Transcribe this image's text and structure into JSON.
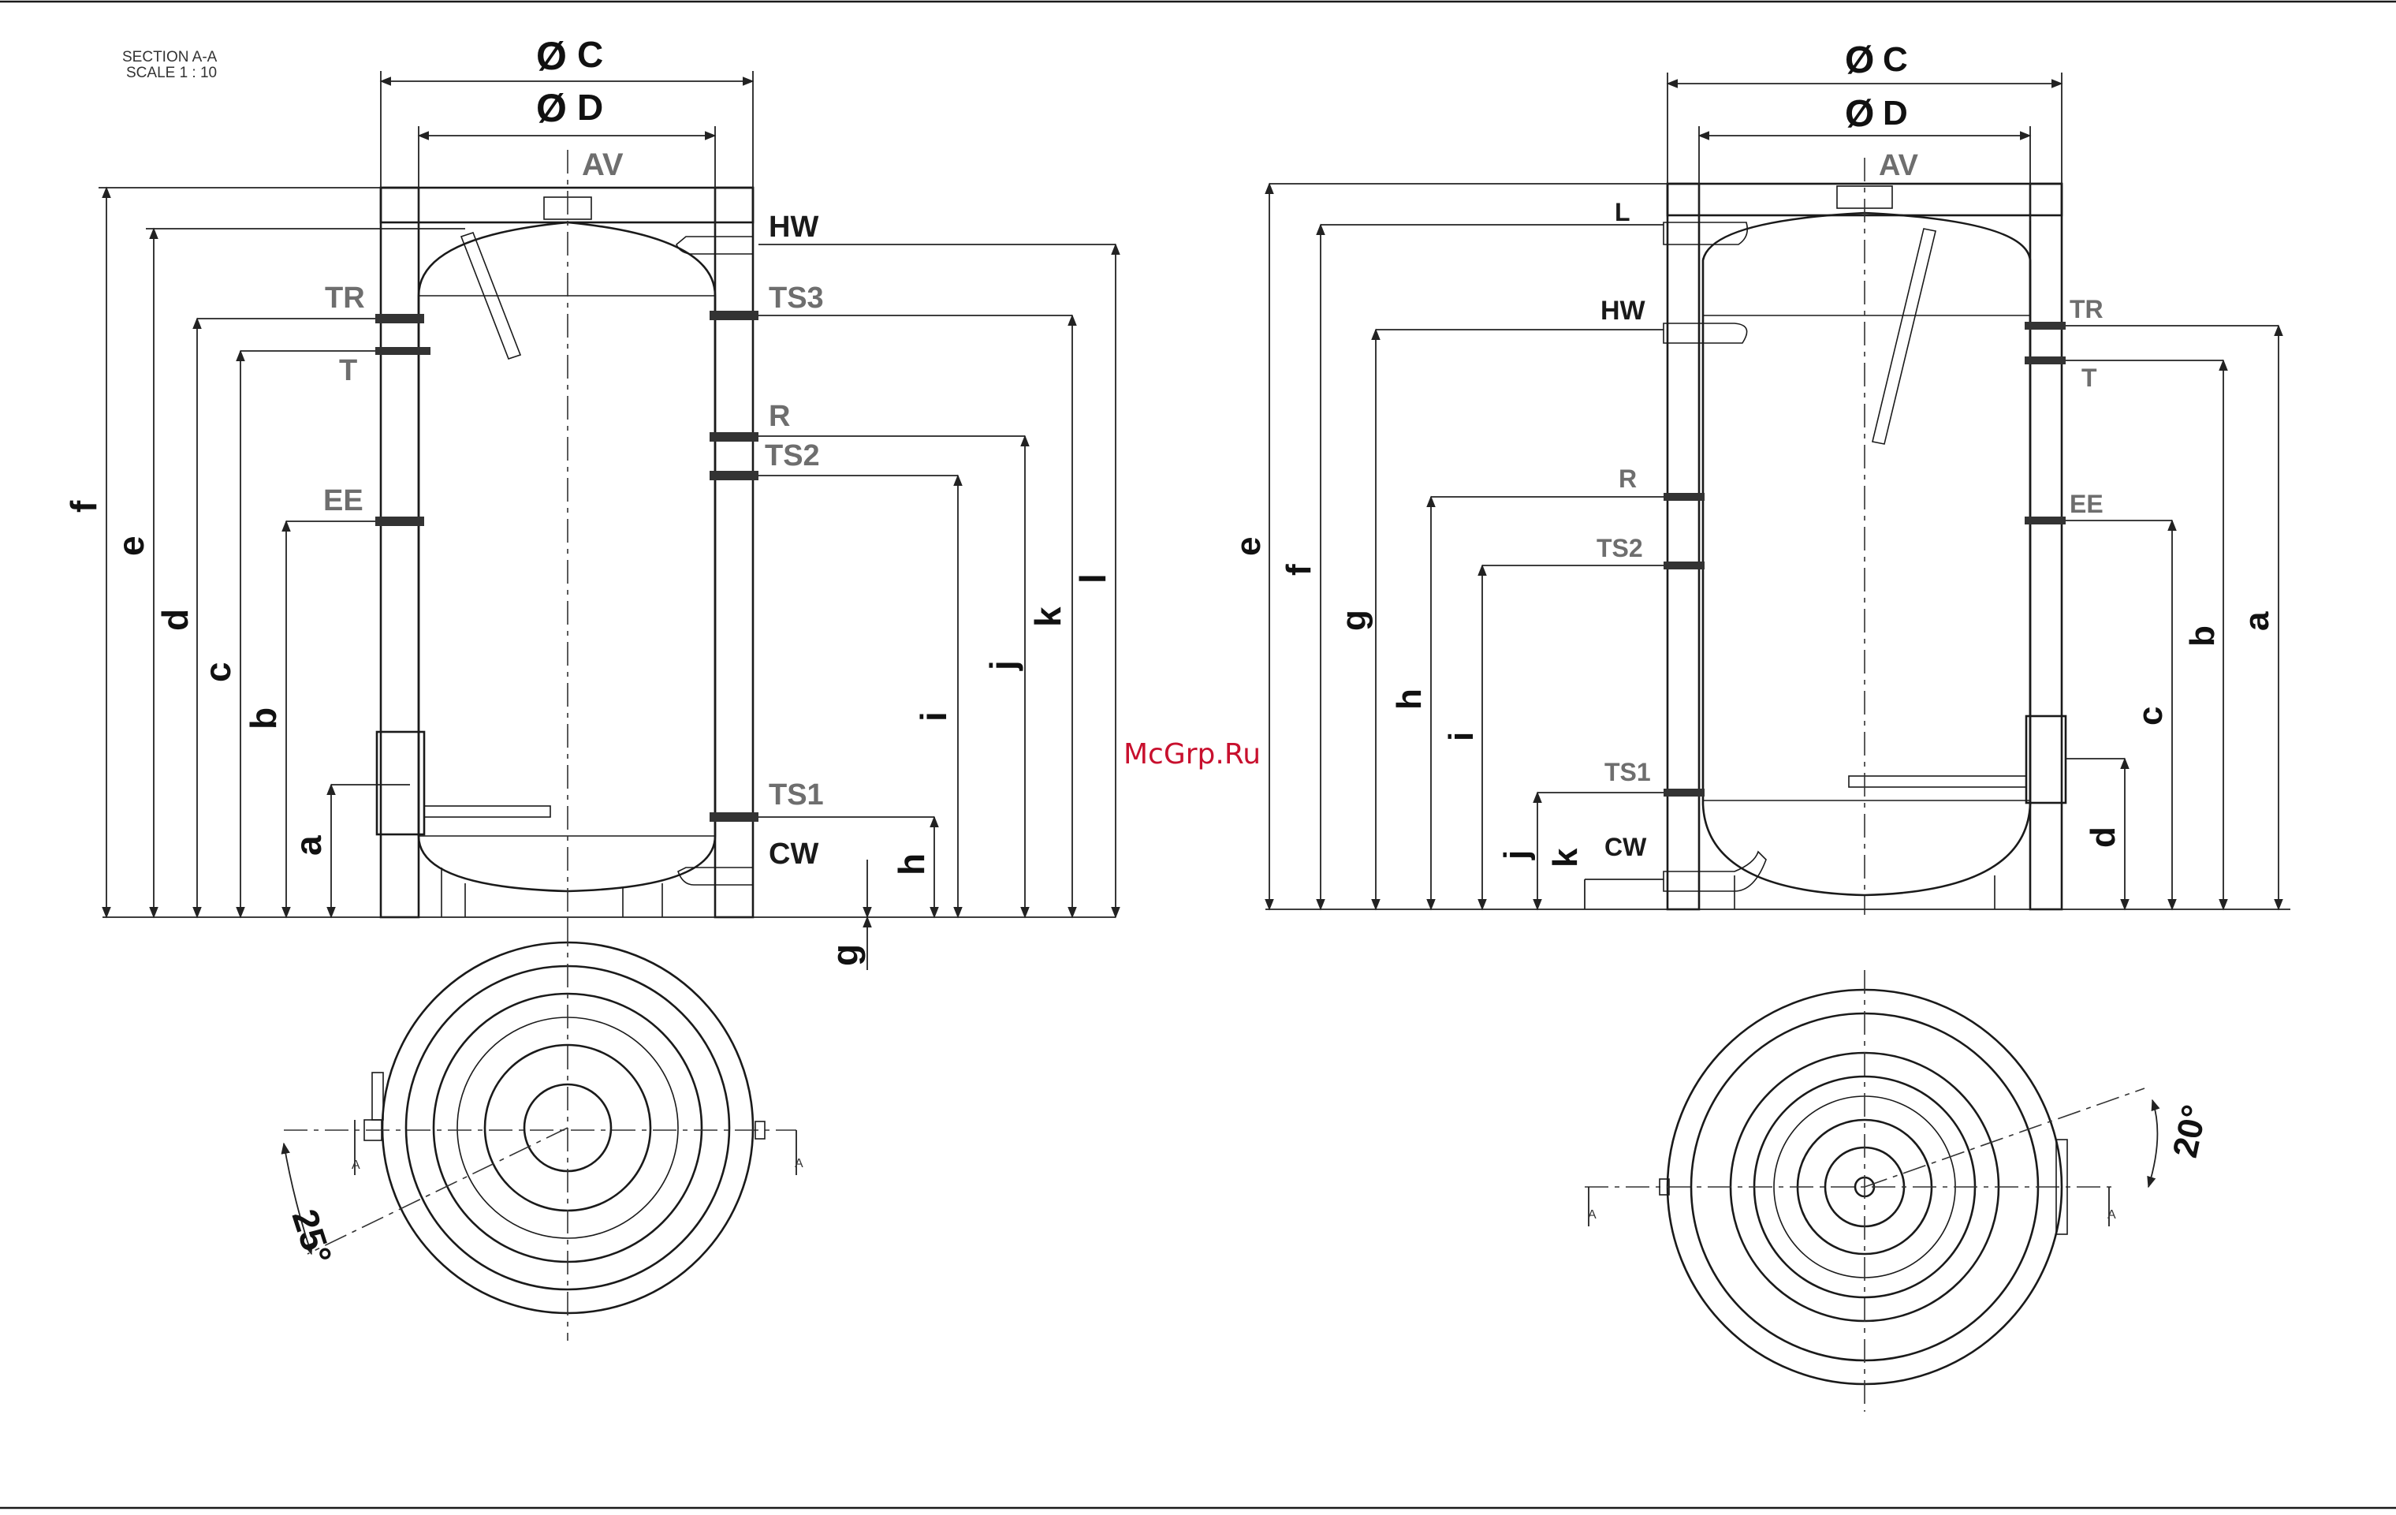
{
  "section": {
    "title": "SECTION A-A",
    "scale": "SCALE 1 : 10"
  },
  "watermark": "McGrp.Ru",
  "left_view": {
    "dia_outer": "C",
    "dia_inner": "D",
    "top": "AV",
    "right_ports": [
      "HW",
      "TS3",
      "R",
      "TS2",
      "TS1",
      "CW"
    ],
    "left_ports": [
      "TR",
      "T",
      "EE"
    ],
    "dims_left": [
      "f",
      "e",
      "d",
      "c",
      "b",
      "a"
    ],
    "dims_right": [
      "l",
      "k",
      "j",
      "i",
      "h",
      "g"
    ],
    "angle": "25°",
    "section_mark": "A"
  },
  "right_view": {
    "dia_outer": "C",
    "dia_inner": "D",
    "top": "AV",
    "left_ports": [
      "L",
      "HW",
      "R",
      "TS2",
      "TS1",
      "CW"
    ],
    "right_ports": [
      "TR",
      "T",
      "EE"
    ],
    "dims_left": [
      "e",
      "f",
      "g",
      "h",
      "i",
      "j",
      "k"
    ],
    "dims_right": [
      "a",
      "b",
      "c",
      "d"
    ],
    "angle": "20°",
    "section_mark": "A"
  },
  "diameter_symbol": "Ø"
}
